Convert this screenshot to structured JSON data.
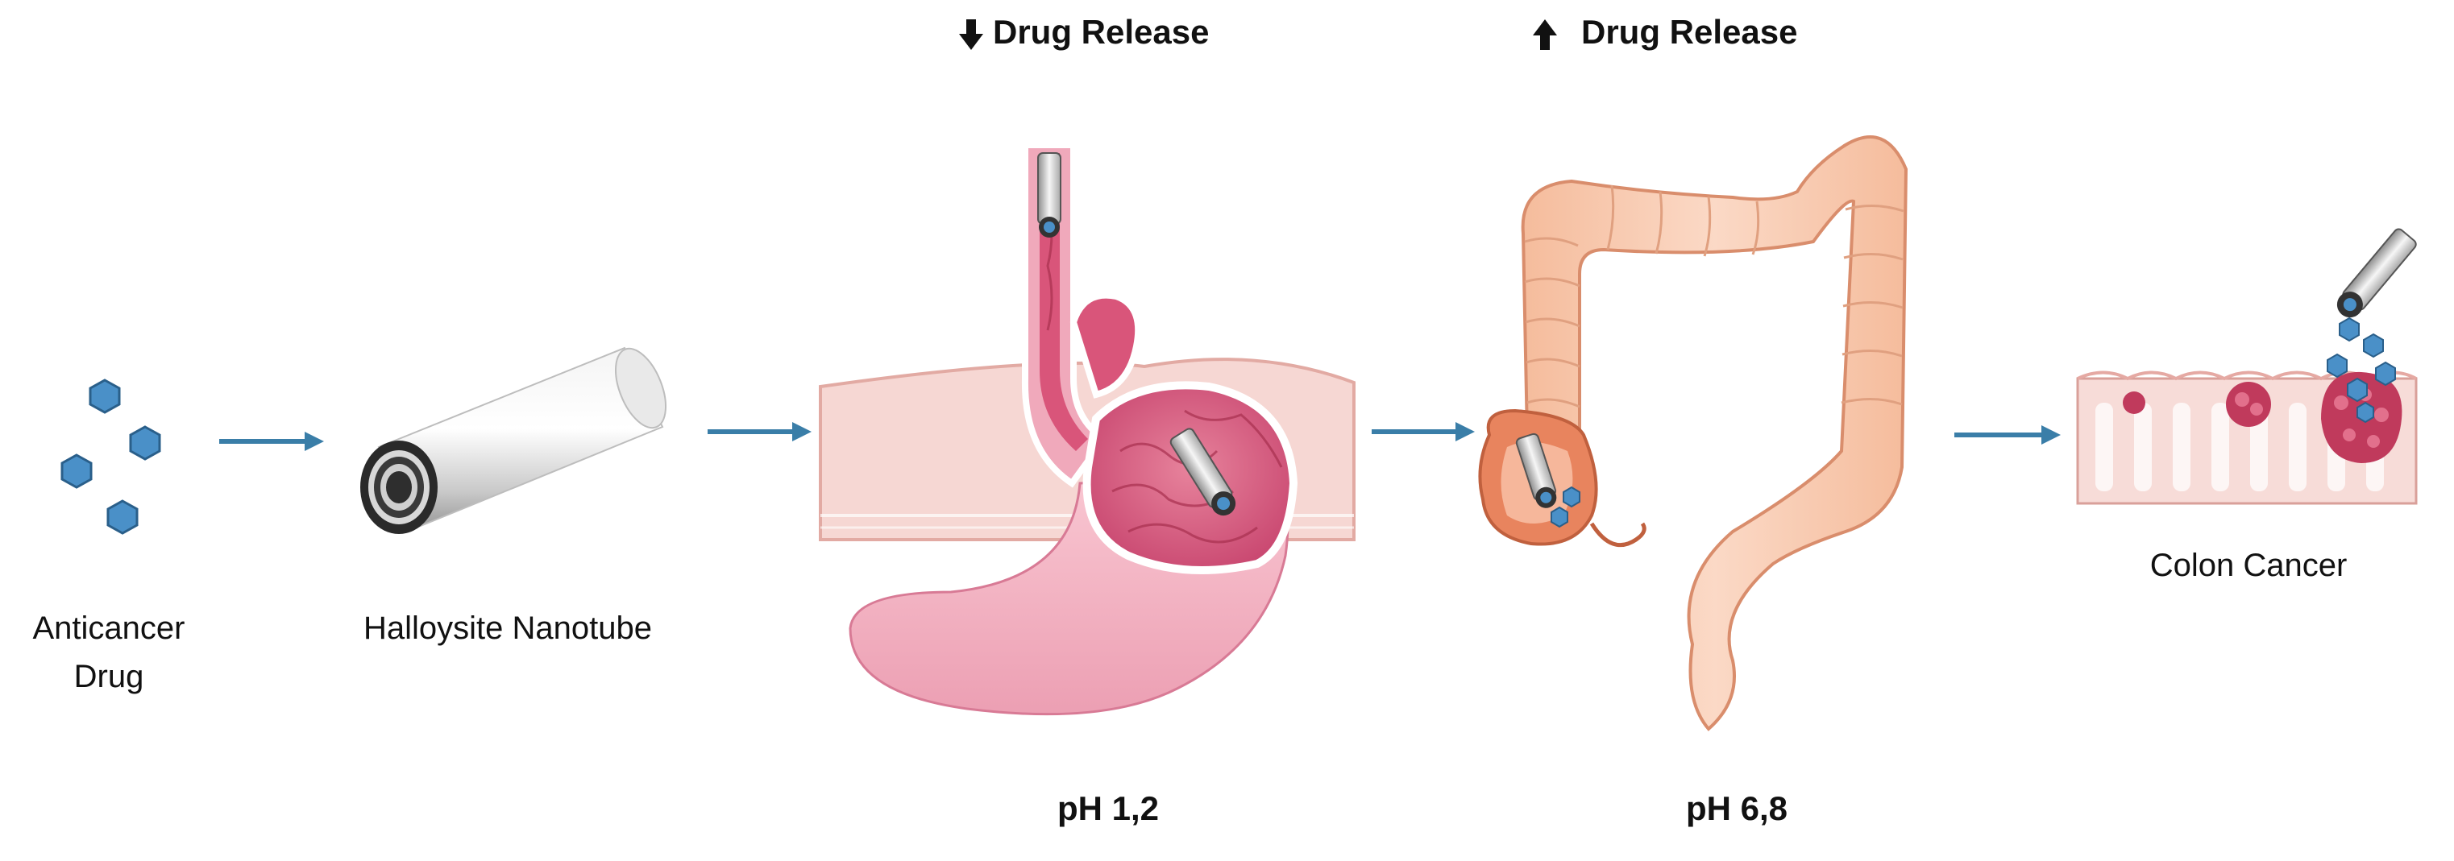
{
  "labels": {
    "anticancer_drug": [
      "Anticancer",
      "Drug"
    ],
    "halloysite": "Halloysite Nanotube",
    "stomach_release": "Drug Release",
    "colon_release": "Drug Release",
    "stomach_ph": "pH 1,2",
    "colon_ph": "pH 6,8",
    "colon_cancer": "Colon Cancer"
  },
  "indicators": {
    "stomach_release_arrow": "down-arrow-icon",
    "colon_release_arrow": "up-arrow-icon"
  },
  "colors": {
    "arrow": "#3a7ea8",
    "drug": "#4a90c8",
    "tissue_pink": "#f6d7d3",
    "stomach_inner": "#d9557a",
    "colon": "#f8cfb4",
    "tumor": "#c03a5c"
  }
}
